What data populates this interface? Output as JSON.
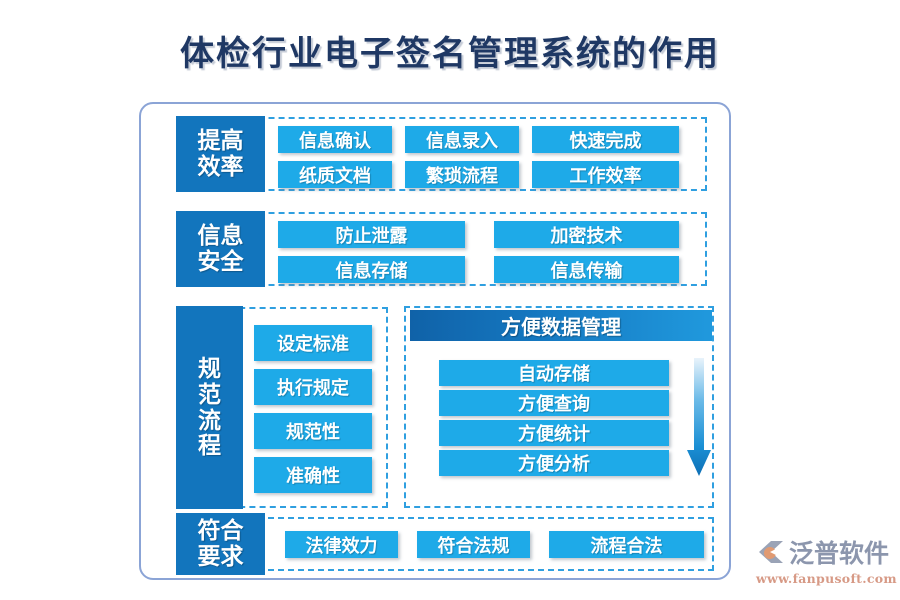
{
  "page": {
    "title": "体检行业电子签名管理系统的作用",
    "accent_blue": "#1eaae8",
    "label_blue": "#1275bd",
    "dashed_border": "#2f9fe0",
    "frame_border": "#8ba4d6",
    "title_color": "#1f3864"
  },
  "sections": [
    {
      "id": "efficiency",
      "label_lines": [
        "提高",
        "效率"
      ],
      "items": [
        "信息确认",
        "信息录入",
        "快速完成",
        "纸质文档",
        "繁琐流程",
        "工作效率"
      ]
    },
    {
      "id": "security",
      "label_lines": [
        "信息",
        "安全"
      ],
      "items": [
        "防止泄露",
        "加密技术",
        "信息存储",
        "信息传输"
      ]
    },
    {
      "id": "standard-process",
      "label_lines": [
        "规",
        "范",
        "流",
        "程"
      ],
      "items": [
        "设定标准",
        "执行规定",
        "规范性",
        "准确性"
      ]
    },
    {
      "id": "compliance",
      "label_lines": [
        "符合",
        "要求"
      ],
      "items": [
        "法律效力",
        "符合法规",
        "流程合法"
      ]
    }
  ],
  "data_management": {
    "header": "方便数据管理",
    "items": [
      "自动存储",
      "方便查询",
      "方便统计",
      "方便分析"
    ],
    "arrow": "down-arrow-icon"
  },
  "watermark": {
    "brand": "泛普软件",
    "url": "www.fanpusoft.com",
    "logo": "fanpu-logo-icon"
  }
}
